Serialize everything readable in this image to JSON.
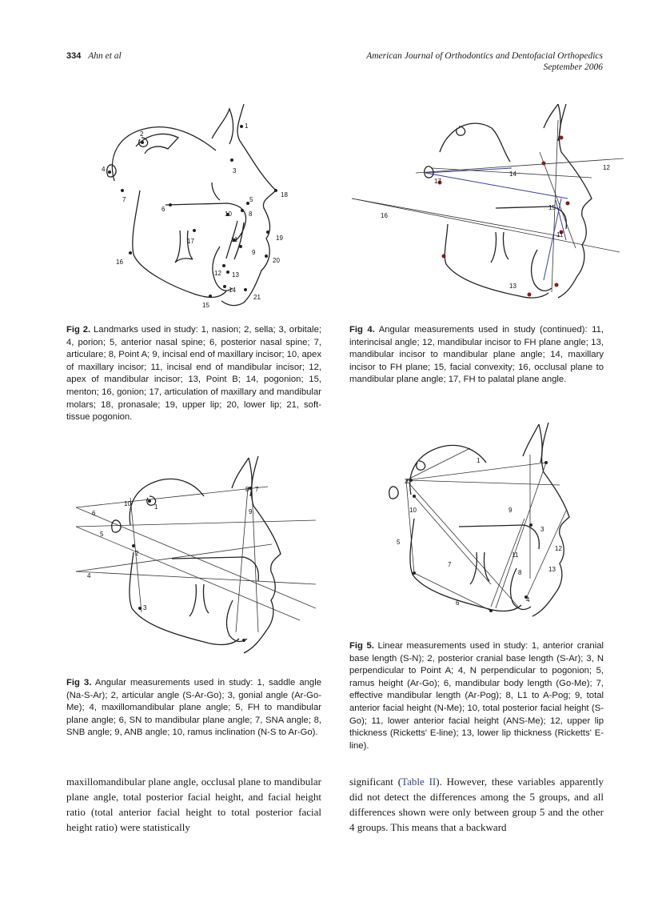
{
  "header": {
    "page_number": "334",
    "authors": "Ahn et al",
    "journal": "American Journal of Orthodontics and Dentofacial Orthopedics",
    "date": "September 2006"
  },
  "figures": {
    "fig2": {
      "label": "Fig 2.",
      "caption": " Landmarks used in study: 1, nasion; 2, sella; 3, orbitale; 4, porion; 5, anterior nasal spine; 6, posterior nasal spine; 7, articulare; 8, Point A; 9, incisal end of maxillary incisor; 10, apex of maxillary incisor; 11, incisal end of mandibular incisor; 12, apex of mandibular incisor; 13, Point B; 14, pogonion; 15, menton; 16, gonion; 17, articulation of maxillary and mandibular molars; 18, pronasale; 19, upper lip; 20, lower lip; 21, soft-tissue pogonion.",
      "marks": [
        "1",
        "2",
        "3",
        "4",
        "5",
        "6",
        "7",
        "8",
        "9",
        "10",
        "11",
        "12",
        "13",
        "14",
        "15",
        "16",
        "17",
        "18",
        "19",
        "20",
        "21"
      ]
    },
    "fig3": {
      "label": "Fig 3.",
      "caption": " Angular measurements used in study: 1, saddle angle (Na-S-Ar); 2, articular angle (S-Ar-Go); 3, gonial angle (Ar-Go-Me); 4, maxillomandibular plane angle; 5, FH to mandibular plane angle; 6, SN to mandibular plane angle; 7, SNA angle; 8, SNB angle; 9, ANB angle; 10, ramus inclination (N-S to Ar-Go).",
      "marks": [
        "1",
        "2",
        "3",
        "4",
        "5",
        "6",
        "7",
        "8",
        "9",
        "10"
      ]
    },
    "fig4": {
      "label": "Fig 4.",
      "caption": " Angular measurements used in study (continued): 11, interincisal angle; 12, mandibular incisor to FH plane angle; 13, mandibular incisor to mandibular plane angle; 14, maxillary incisor to FH plane; 15, facial convexity; 16, occlusal plane to mandibular plane angle; 17, FH to palatal plane angle.",
      "marks": [
        "11",
        "12",
        "13",
        "14",
        "15",
        "16",
        "17"
      ]
    },
    "fig5": {
      "label": "Fig 5.",
      "caption": " Linear measurements used in study: 1, anterior cranial base length (S-N); 2, posterior cranial base length (S-Ar); 3, N perpendicular to Point A; 4, N perpendicular to pogonion; 5, ramus height (Ar-Go); 6, mandibular body length (Go-Me); 7, effective mandibular length (Ar-Pog); 8, L1 to A-Pog; 9, total anterior facial height (N-Me); 10, total posterior facial height (S-Go); 11, lower anterior facial height (ANS-Me); 12, upper lip thickness (Ricketts' E-line); 13, lower lip thickness (Ricketts' E-line).",
      "marks": [
        "1",
        "2",
        "3",
        "4",
        "5",
        "6",
        "7",
        "8",
        "9",
        "10",
        "11",
        "12",
        "13"
      ]
    }
  },
  "body": {
    "left_column": "maxillomandibular plane angle, occlusal plane to mandibular plane angle, total posterior facial height, and facial height ratio (total anterior facial height to total posterior facial height ratio) were statistically",
    "right_before": "significant (",
    "right_link": "Table II",
    "right_after": "). However, these variables apparently did not detect the differences among the 5 groups, and all differences shown were only between group 5 and the other 4 groups. This means that a backward"
  }
}
